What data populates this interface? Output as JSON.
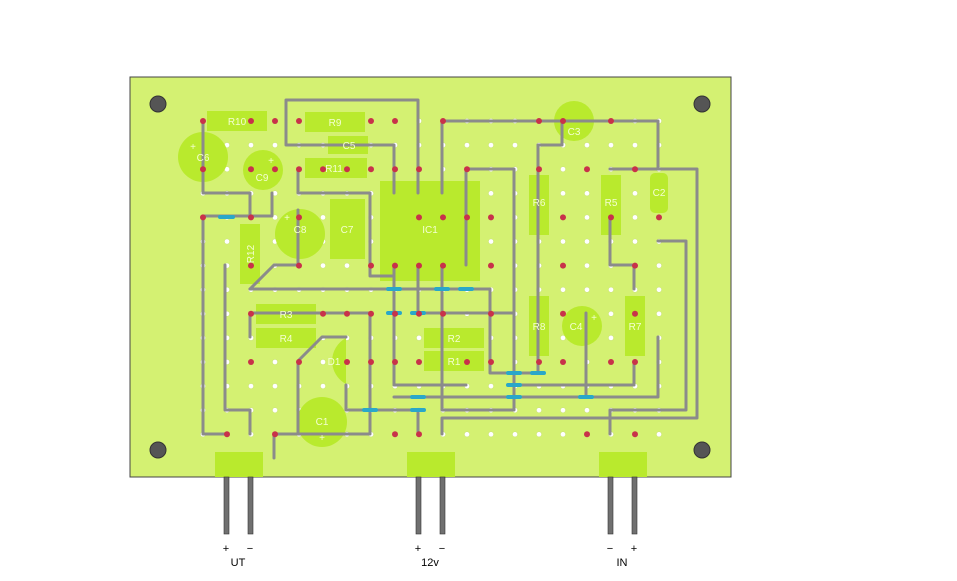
{
  "colors": {
    "board": "#d4f172",
    "board_edge": "#444444",
    "component": "#b9ea2d",
    "trace": "#8b8b8b",
    "jumper": "#2aa7c9",
    "pad_solder": "#c8324a",
    "pad_empty": "#ffffff",
    "hole": "#555555",
    "lead": "#707070",
    "label": "#f4ffd0"
  },
  "components": {
    "R10": "R10",
    "R9": "R9",
    "C5": "C5",
    "R11": "R11",
    "C6": "C6",
    "C9": "C9",
    "C3": "C3",
    "C8": "C8",
    "C7": "C7",
    "IC1": "IC1",
    "R6": "R6",
    "R5": "R5",
    "C2": "C2",
    "R12": "R12",
    "R3": "R3",
    "R4": "R4",
    "R2": "R2",
    "R1": "R1",
    "D1": "D1",
    "C1": "C1",
    "R8": "R8",
    "C4": "C4",
    "R7": "R7"
  },
  "polarity": {
    "plus": "+",
    "minus": "+"
  },
  "terminals": {
    "out": {
      "label": "UT",
      "left_sign": "+",
      "right_sign": "−"
    },
    "power": {
      "label": "12v",
      "left_sign": "+",
      "right_sign": "−"
    },
    "in": {
      "label": "IN",
      "left_sign": "−",
      "right_sign": "+"
    }
  }
}
